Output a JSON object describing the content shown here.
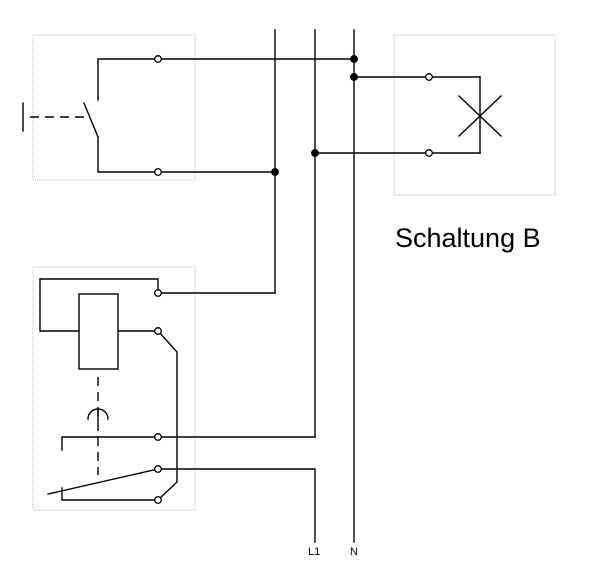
{
  "title": "Schaltung B",
  "labels": {
    "l1": "L1",
    "n": "N"
  },
  "colors": {
    "line": "#000000",
    "box_border": "#b8b8b8",
    "background": "#ffffff"
  }
}
